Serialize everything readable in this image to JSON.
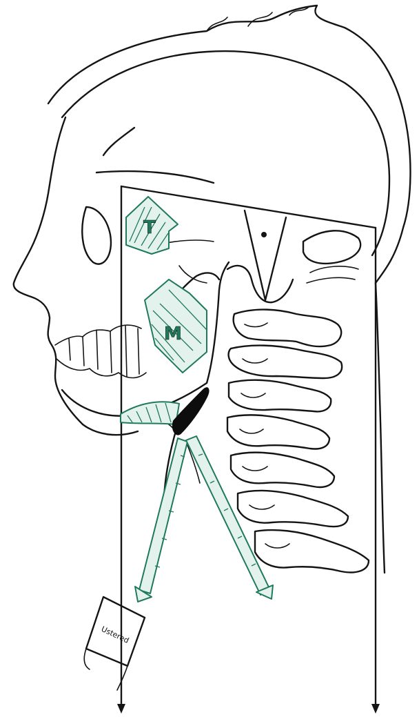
{
  "figure": {
    "labels": {
      "temporalis": "T",
      "masseter": "M",
      "support": "Ustered"
    },
    "colors": {
      "ink": "#141414",
      "muscle_stroke": "#1f7a5a",
      "muscle_fill": "#e3f2ec",
      "hyoid_block": "#0d0d0d",
      "background": "#ffffff"
    },
    "icons": [
      "down-arrow-icon",
      "double-headed-arrow-icon",
      "up-arrow-icon"
    ]
  }
}
